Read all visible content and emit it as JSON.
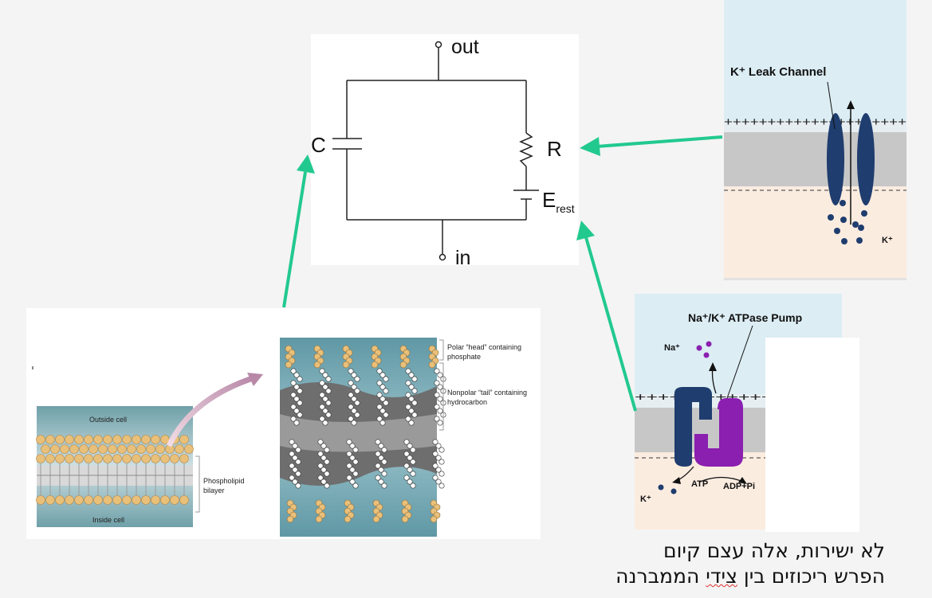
{
  "circuit": {
    "out_label": "out",
    "in_label": "in",
    "capacitor_label": "C",
    "resistor_label": "R",
    "battery_label": "E",
    "battery_subscript": "rest"
  },
  "leak_panel": {
    "title": "K⁺  Leak Channel",
    "plus_row": "+++++++++++++++++++++",
    "ion_label": "K⁺"
  },
  "pump_panel": {
    "title": "Na⁺/K⁺ ATPase Pump",
    "plus_row": "++++++++++++++++++",
    "na_label": "Na⁺",
    "k_label": "K⁺",
    "atp_label": "ATP",
    "adp_label": "ADP+Pi"
  },
  "membrane_panel": {
    "outside_label": "Outside cell",
    "inside_label": "Inside cell",
    "bilayer_label_1": "Phospholipid",
    "bilayer_label_2": "bilayer",
    "head_label_1": "Polar “head” containing",
    "head_label_2": "phosphate",
    "tail_label_1": "Nonpolar “tail” containing",
    "tail_label_2": "hydrocarbon"
  },
  "caption": {
    "line1": "לא ישירות, אלה עצם קיום",
    "line2_part1": "הפרש ריכוזים בין ",
    "line2_squiggle": "צידי",
    "line2_part2": " הממברנה"
  },
  "colors": {
    "arrow": "#22c98f",
    "channel": "#1f3d6e",
    "pump": "#8a1fb0",
    "head": "#e9c07a"
  }
}
